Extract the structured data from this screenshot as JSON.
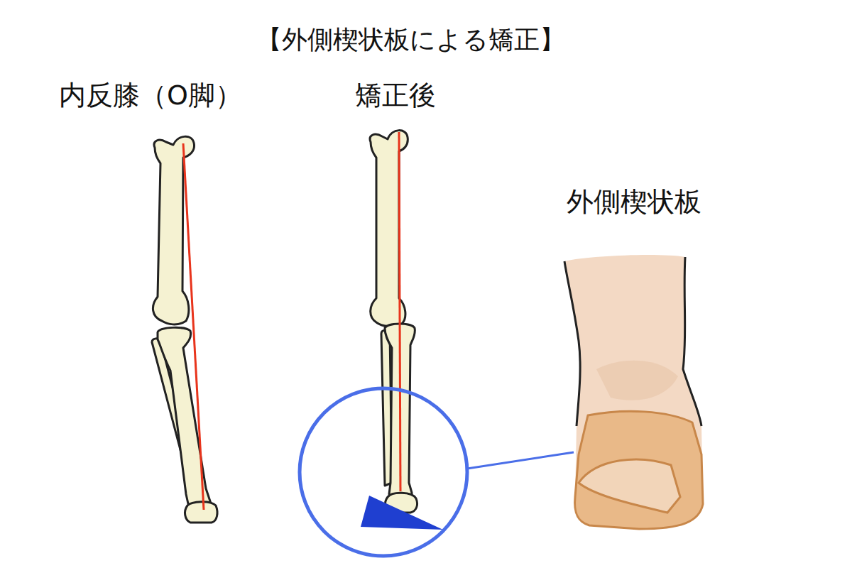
{
  "diagram": {
    "title": "【外側楔状板による矯正】",
    "labels": [
      "内反膝（O脚）",
      "矯正後",
      "外側楔状板"
    ]
  }
}
